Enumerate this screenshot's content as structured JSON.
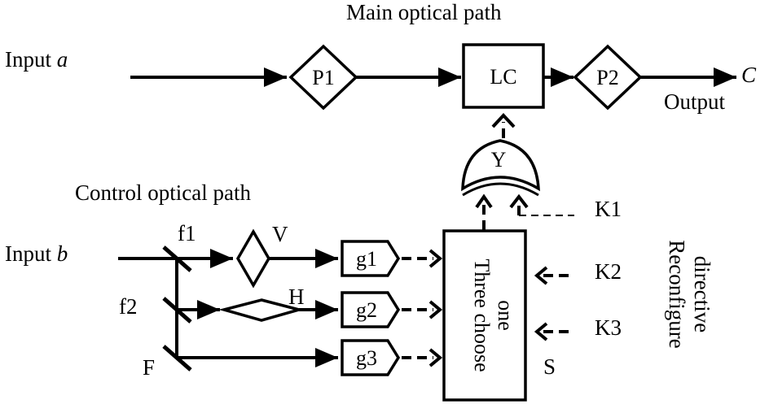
{
  "labels": {
    "main_path_title": "Main optical path",
    "control_path_title": "Control optical path",
    "input_a_prefix": "Input ",
    "input_a_var": "a",
    "input_b_prefix": "Input ",
    "input_b_var": "b",
    "output_var": "C",
    "output": "Output",
    "reconfigure_line1": "Reconfigure",
    "reconfigure_line2": "directive",
    "selector_line1": "Three choose",
    "selector_line2": "one",
    "selector_s": "S"
  },
  "nodes": {
    "p1": "P1",
    "lc": "LC",
    "p2": "P2",
    "y": "Y",
    "v": "V",
    "h": "H",
    "g1": "g1",
    "g2": "g2",
    "g3": "g3",
    "f1": "f1",
    "f2": "f2",
    "f": "F",
    "k1": "K1",
    "k2": "K2",
    "k3": "K3"
  }
}
